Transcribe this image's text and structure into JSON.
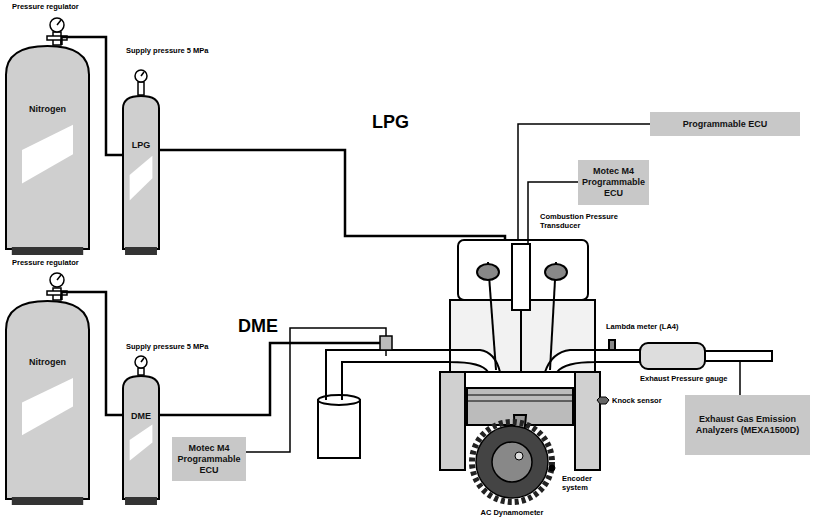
{
  "diagram": {
    "nodes": [
      {
        "text": [
          "Nitrogen"
        ]
      },
      {
        "text": [
          "LPG"
        ]
      },
      {
        "text": [
          "Nitrogen"
        ]
      },
      {
        "text": [
          "DME"
        ]
      },
      {
        "text": [
          "Motec M4 Programmable ECU"
        ]
      },
      {
        "text": [
          "Programmable ECU"
        ]
      },
      {
        "text": [
          "Motec M4 Programmable ECU"
        ]
      },
      {
        "text": [
          "Exhaust Gas Emission Analyzers (MEXA1500D)"
        ]
      }
    ],
    "edges": [
      {
        "from": 0,
        "to": 1,
        "arrow": "none"
      },
      {
        "from": 2,
        "to": 3,
        "arrow": "none"
      }
    ],
    "labels": [
      "Pressure regulator",
      "Supply pressure 5 MPa",
      "LPG",
      "Pressure regulator",
      "Supply pressure 5 MPa",
      "DME",
      "Combustion Pressure Transducer",
      "Lambda meter (LA4)",
      "Exhaust Pressure gauge",
      "Knock sensor",
      "Encoder system",
      "AC Dynamometer"
    ]
  }
}
